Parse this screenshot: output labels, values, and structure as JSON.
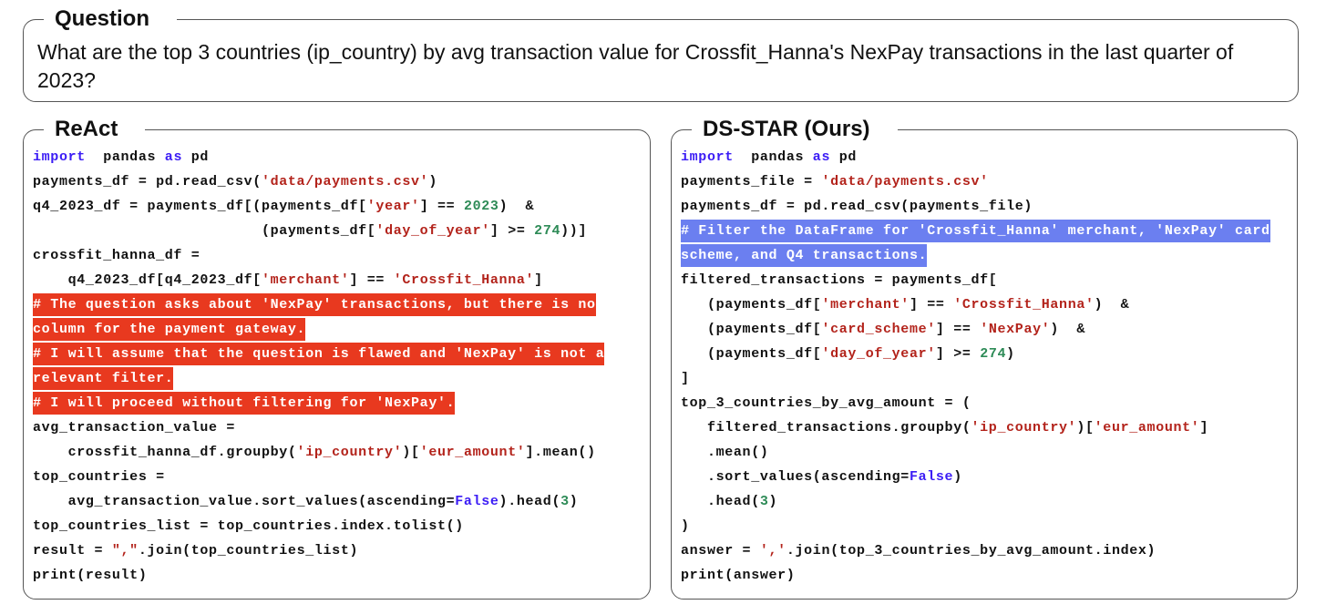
{
  "question": {
    "label": "Question",
    "text": "What are the top 3 countries (ip_country) by avg transaction value for Crossfit_Hanna's NexPay transactions in the last quarter of 2023?"
  },
  "panels": [
    {
      "title": "ReAct",
      "highlight_color": "#e8391f",
      "lines": [
        {
          "hl": "",
          "tokens": [
            [
              "kw",
              "import"
            ],
            [
              "",
              "  pandas "
            ],
            [
              "kw",
              "as"
            ],
            [
              "",
              " pd"
            ]
          ]
        },
        {
          "hl": "",
          "tokens": [
            [
              "",
              "payments_df = pd.read_csv("
            ],
            [
              "str",
              "'data/payments.csv'"
            ],
            [
              "",
              ")"
            ]
          ]
        },
        {
          "hl": "",
          "tokens": [
            [
              "",
              "q4_2023_df = payments_df[(payments_df["
            ],
            [
              "str",
              "'year'"
            ],
            [
              "",
              "] == "
            ],
            [
              "num",
              "2023"
            ],
            [
              "",
              ")  &"
            ]
          ]
        },
        {
          "hl": "",
          "tokens": [
            [
              "",
              "                          (payments_df["
            ],
            [
              "str",
              "'day_of_year'"
            ],
            [
              "",
              "] >= "
            ],
            [
              "num",
              "274"
            ],
            [
              "",
              "))]"
            ]
          ]
        },
        {
          "hl": "",
          "tokens": [
            [
              "",
              "crossfit_hanna_df ="
            ]
          ]
        },
        {
          "hl": "",
          "tokens": [
            [
              "",
              "    q4_2023_df[q4_2023_df["
            ],
            [
              "str",
              "'merchant'"
            ],
            [
              "",
              "] == "
            ],
            [
              "str",
              "'Crossfit_Hanna'"
            ],
            [
              "",
              "]"
            ]
          ]
        },
        {
          "hl": "red",
          "tokens": [
            [
              "",
              "# The question asks about 'NexPay' transactions, but there is no"
            ]
          ]
        },
        {
          "hl": "red",
          "tokens": [
            [
              "",
              "column for the payment gateway."
            ]
          ]
        },
        {
          "hl": "red",
          "tokens": [
            [
              "",
              "# I will assume that the question is flawed and 'NexPay' is not a"
            ]
          ]
        },
        {
          "hl": "red",
          "tokens": [
            [
              "",
              "relevant filter."
            ]
          ]
        },
        {
          "hl": "red",
          "tokens": [
            [
              "",
              "# I will proceed without filtering for 'NexPay'."
            ]
          ]
        },
        {
          "hl": "",
          "tokens": [
            [
              "",
              "avg_transaction_value ="
            ]
          ]
        },
        {
          "hl": "",
          "tokens": [
            [
              "",
              "    crossfit_hanna_df.groupby("
            ],
            [
              "str",
              "'ip_country'"
            ],
            [
              "",
              ")["
            ],
            [
              "str",
              "'eur_amount'"
            ],
            [
              "",
              "].mean()"
            ]
          ]
        },
        {
          "hl": "",
          "tokens": [
            [
              "",
              "top_countries ="
            ]
          ]
        },
        {
          "hl": "",
          "tokens": [
            [
              "",
              "    avg_transaction_value.sort_values(ascending="
            ],
            [
              "kw",
              "False"
            ],
            [
              "",
              ").head("
            ],
            [
              "num",
              "3"
            ],
            [
              "",
              ")"
            ]
          ]
        },
        {
          "hl": "",
          "tokens": [
            [
              "",
              "top_countries_list = top_countries.index.tolist()"
            ]
          ]
        },
        {
          "hl": "",
          "tokens": [
            [
              "",
              "result = "
            ],
            [
              "str",
              "\",\""
            ],
            [
              "",
              ".join(top_countries_list)"
            ]
          ]
        },
        {
          "hl": "",
          "tokens": [
            [
              "",
              "print(result)"
            ]
          ]
        }
      ]
    },
    {
      "title": "DS-STAR (Ours)",
      "highlight_color": "#6b7ff0",
      "lines": [
        {
          "hl": "",
          "tokens": [
            [
              "kw",
              "import"
            ],
            [
              "",
              "  pandas "
            ],
            [
              "kw",
              "as"
            ],
            [
              "",
              " pd"
            ]
          ]
        },
        {
          "hl": "",
          "tokens": [
            [
              "",
              "payments_file = "
            ],
            [
              "str",
              "'data/payments.csv'"
            ]
          ]
        },
        {
          "hl": "",
          "tokens": [
            [
              "",
              "payments_df = pd.read_csv(payments_file)"
            ]
          ]
        },
        {
          "hl": "blue",
          "tokens": [
            [
              "",
              "# Filter the DataFrame for 'Crossfit_Hanna' merchant, 'NexPay' card"
            ]
          ]
        },
        {
          "hl": "blue",
          "tokens": [
            [
              "",
              "scheme, and Q4 transactions."
            ]
          ]
        },
        {
          "hl": "",
          "tokens": [
            [
              "",
              "filtered_transactions = payments_df["
            ]
          ]
        },
        {
          "hl": "",
          "tokens": [
            [
              "",
              "   (payments_df["
            ],
            [
              "str",
              "'merchant'"
            ],
            [
              "",
              "] == "
            ],
            [
              "str",
              "'Crossfit_Hanna'"
            ],
            [
              "",
              ")  &"
            ]
          ]
        },
        {
          "hl": "",
          "tokens": [
            [
              "",
              "   (payments_df["
            ],
            [
              "str",
              "'card_scheme'"
            ],
            [
              "",
              "] == "
            ],
            [
              "str",
              "'NexPay'"
            ],
            [
              "",
              ")  &"
            ]
          ]
        },
        {
          "hl": "",
          "tokens": [
            [
              "",
              "   (payments_df["
            ],
            [
              "str",
              "'day_of_year'"
            ],
            [
              "",
              "] >= "
            ],
            [
              "num",
              "274"
            ],
            [
              "",
              ")"
            ]
          ]
        },
        {
          "hl": "",
          "tokens": [
            [
              "",
              "]"
            ]
          ]
        },
        {
          "hl": "",
          "tokens": [
            [
              "",
              "top_3_countries_by_avg_amount = ("
            ]
          ]
        },
        {
          "hl": "",
          "tokens": [
            [
              "",
              "   filtered_transactions.groupby("
            ],
            [
              "str",
              "'ip_country'"
            ],
            [
              "",
              ")["
            ],
            [
              "str",
              "'eur_amount'"
            ],
            [
              "",
              "]"
            ]
          ]
        },
        {
          "hl": "",
          "tokens": [
            [
              "",
              "   .mean()"
            ]
          ]
        },
        {
          "hl": "",
          "tokens": [
            [
              "",
              "   .sort_values(ascending="
            ],
            [
              "kw",
              "False"
            ],
            [
              "",
              ")"
            ]
          ]
        },
        {
          "hl": "",
          "tokens": [
            [
              "",
              "   .head("
            ],
            [
              "num",
              "3"
            ],
            [
              "",
              ")"
            ]
          ]
        },
        {
          "hl": "",
          "tokens": [
            [
              "",
              ")"
            ]
          ]
        },
        {
          "hl": "",
          "tokens": [
            [
              "",
              "answer = "
            ],
            [
              "str",
              "','"
            ],
            [
              "",
              ".join(top_3_countries_by_avg_amount.index)"
            ]
          ]
        },
        {
          "hl": "",
          "tokens": [
            [
              "",
              "print(answer)"
            ]
          ]
        }
      ]
    }
  ]
}
